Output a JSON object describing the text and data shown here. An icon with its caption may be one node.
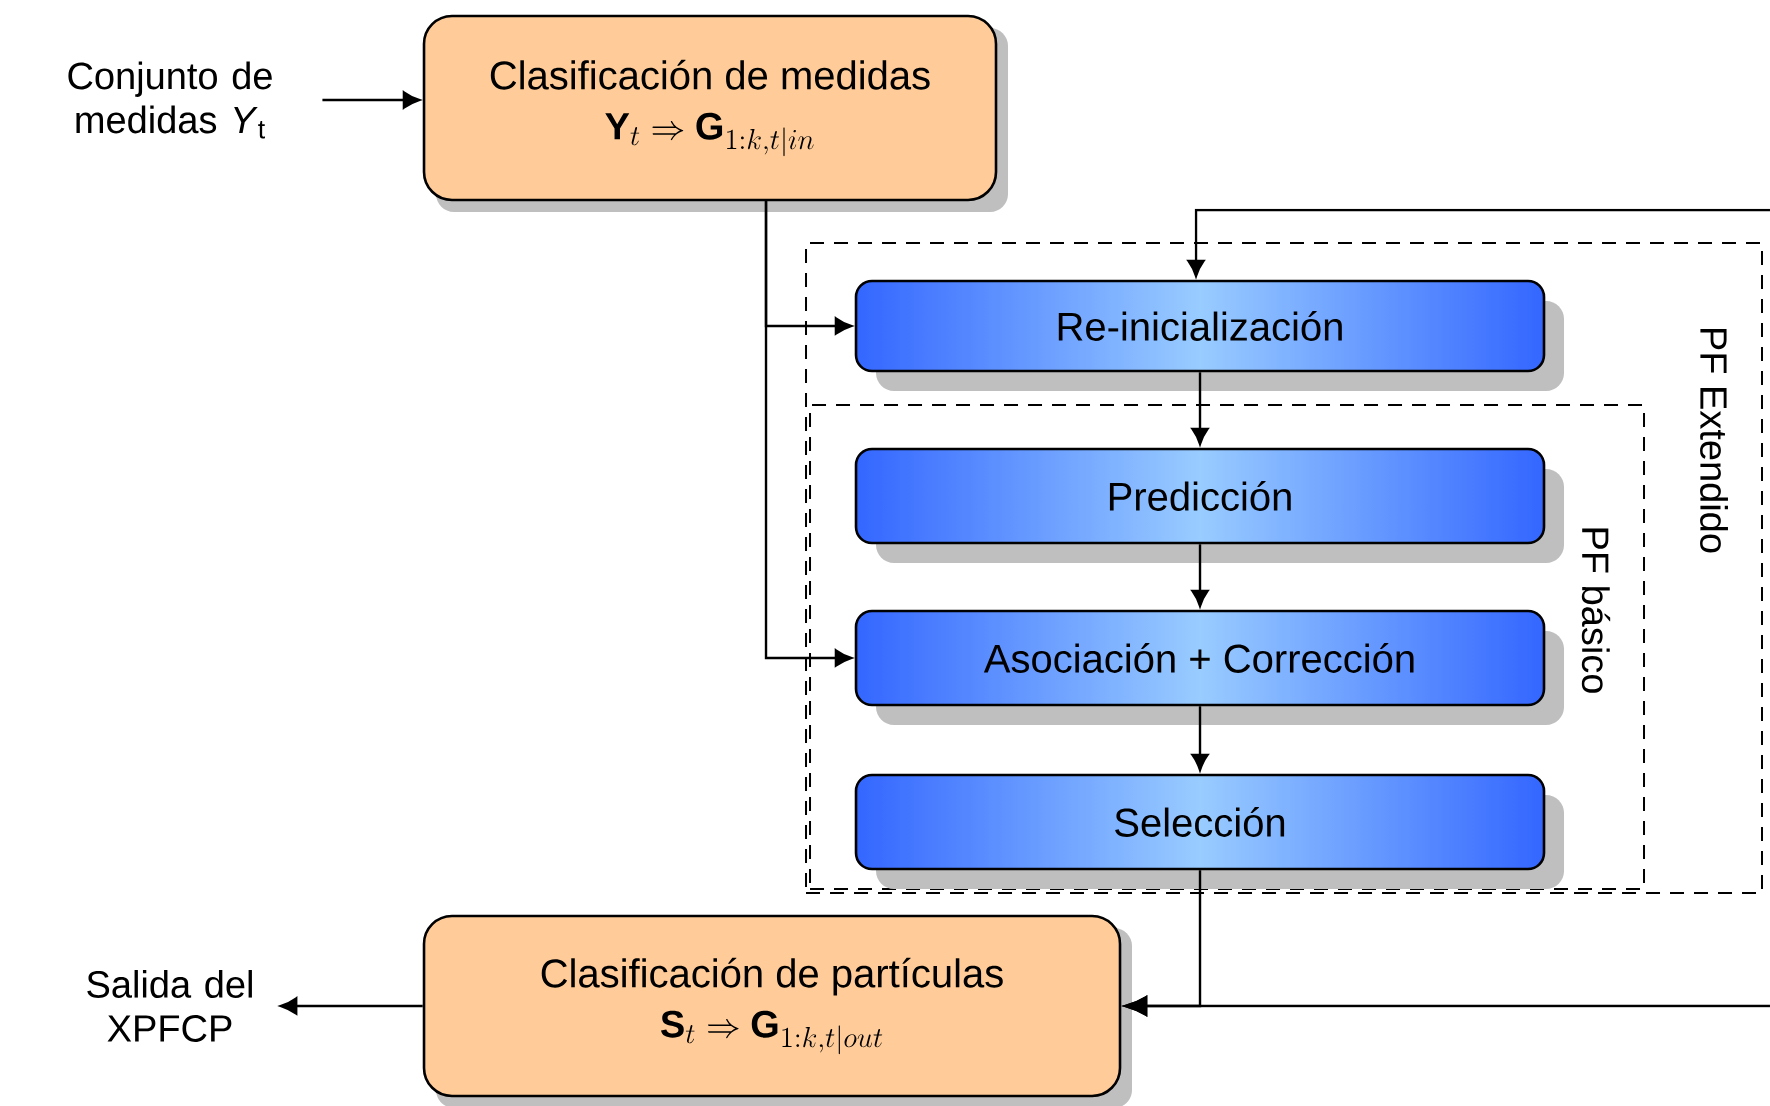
{
  "diagram": {
    "nodes": [
      {
        "text": [
          "Conjunto de medidas *Y*$_{t}$"
        ]
      },
      {
        "text": [
          "Clasificación de medidas",
          "\\mathbf{Y}_{t} \\Rightarrow \\mathbf{G}_{1:k,t|in}"
        ]
      },
      {
        "text": [
          "PF Extendido"
        ]
      },
      {
        "text": [
          "Re-inicialización"
        ],
        "in": 2
      },
      {
        "text": [
          "PF básico"
        ],
        "in": 2
      },
      {
        "text": [
          "Predicción"
        ],
        "in": 4
      },
      {
        "text": [
          "Asociación + Corrección"
        ],
        "in": 4
      },
      {
        "text": [
          "Selección"
        ],
        "in": 4
      },
      {
        "text": [
          "Clasificación de partículas",
          "\\mathbf{S}_{t} \\Rightarrow \\mathbf{G}_{1:k,t|out}"
        ]
      },
      {
        "text": [
          "Salida del XPFCP"
        ]
      }
    ],
    "edges": [
      {
        "from": 0,
        "to": 1,
        "arrow": "to"
      },
      {
        "from": 1,
        "to": 3,
        "arrow": "to"
      },
      {
        "from": 1,
        "to": 6,
        "arrow": "to"
      },
      {
        "from": null,
        "to": 3,
        "arrow": "to"
      },
      {
        "from": 3,
        "to": 5,
        "arrow": "to"
      },
      {
        "from": 5,
        "to": 6,
        "arrow": "to"
      },
      {
        "from": 6,
        "to": 7,
        "arrow": "to"
      },
      {
        "from": 7,
        "to": 8,
        "arrow": "to"
      },
      {
        "from": null,
        "to": 8,
        "arrow": "to"
      },
      {
        "from": 8,
        "to": 9,
        "arrow": "to"
      }
    ]
  }
}
